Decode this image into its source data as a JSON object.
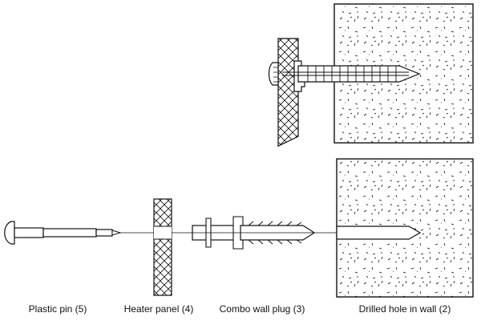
{
  "captions": {
    "plastic_pin": "Plastic pin (5)",
    "heater_panel": "Heater panel (4)",
    "wall_plug": "Combo wall plug (3)",
    "drilled_hole": "Drilled hole in wall (2)"
  },
  "colors": {
    "ink": "#111111",
    "paper": "#ffffff"
  }
}
